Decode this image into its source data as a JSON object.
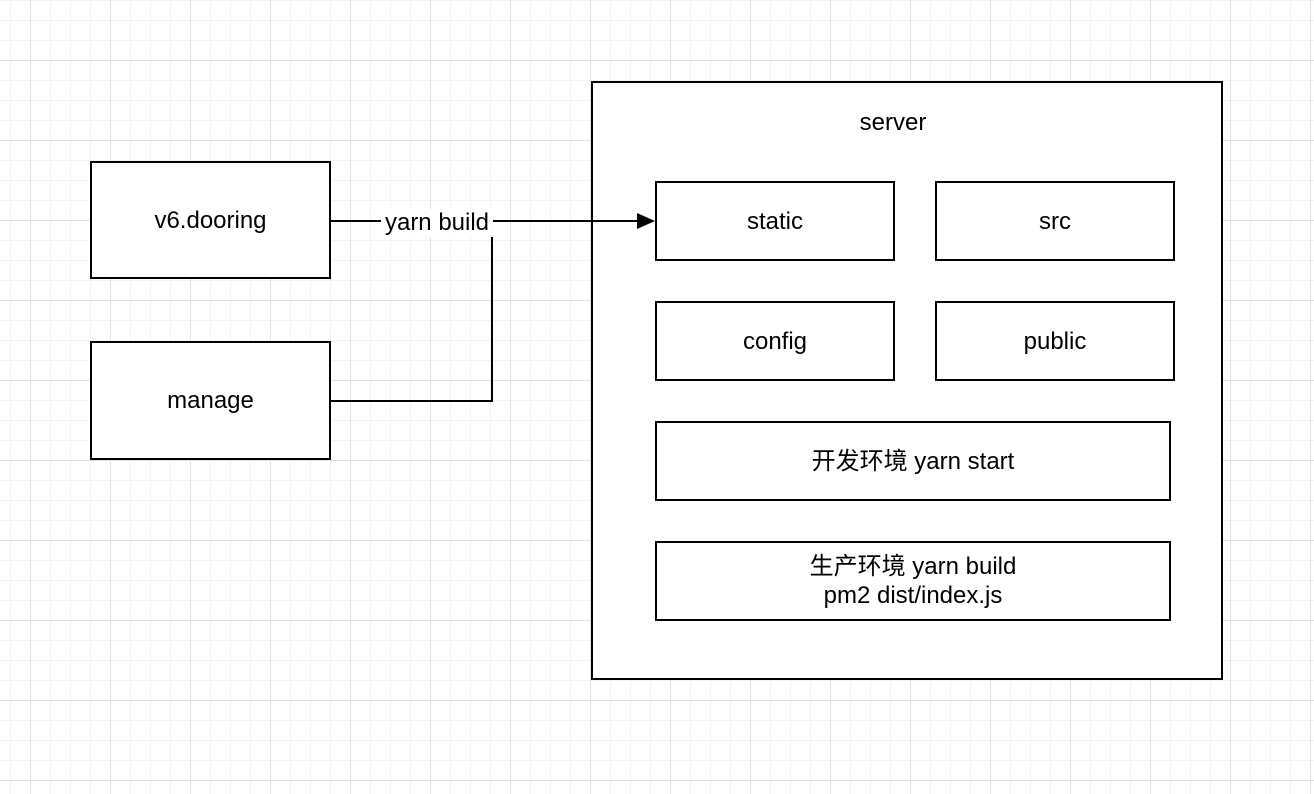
{
  "nodes": {
    "v6_dooring": {
      "label": "v6.dooring"
    },
    "manage": {
      "label": "manage"
    },
    "server": {
      "label": "server"
    },
    "static_dir": {
      "label": "static"
    },
    "src_dir": {
      "label": "src"
    },
    "config_dir": {
      "label": "config"
    },
    "public_dir": {
      "label": "public"
    },
    "dev_env": {
      "label": "开发环境 yarn start"
    },
    "prod_env": {
      "label_line1": "生产环境 yarn build",
      "label_line2": "pm2 dist/index.js"
    }
  },
  "edges": {
    "v6_to_static": {
      "label": "yarn build"
    }
  },
  "colors": {
    "stroke": "#000000",
    "node_fill": "#ffffff",
    "canvas_bg": "#ffffff",
    "grid_minor": "#f3f3f3",
    "grid_major": "#e0e0e0",
    "text": "#000000"
  }
}
